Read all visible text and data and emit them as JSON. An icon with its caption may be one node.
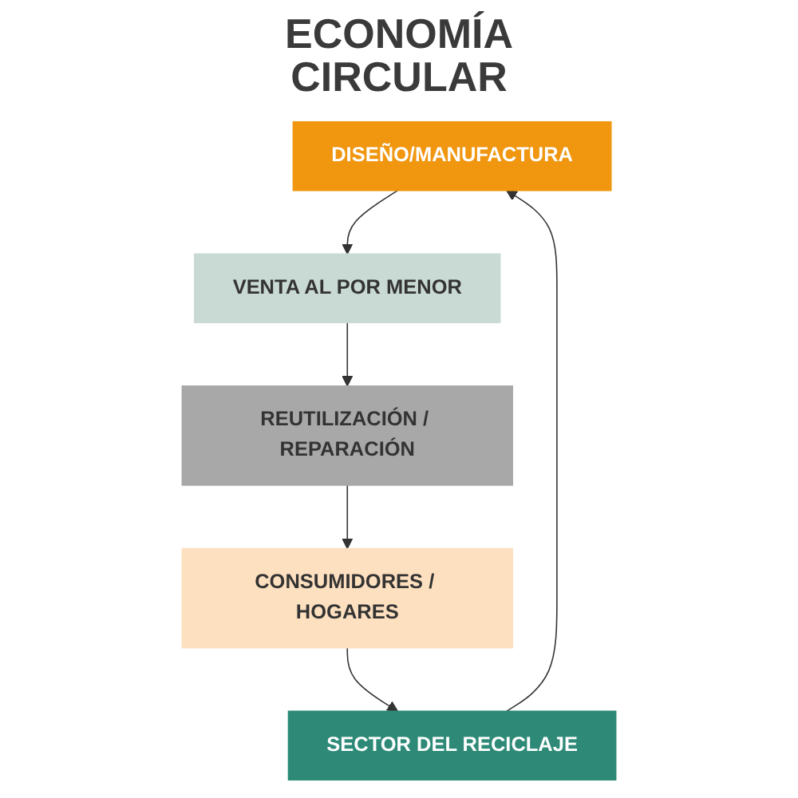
{
  "diagram": {
    "nodes": [
      {
        "text": [
          "DISEÑO/MANUFACTURA"
        ]
      },
      {
        "text": [
          "VENTA AL POR MENOR"
        ]
      },
      {
        "text": [
          "REUTILIZACIÓN / REPARACIÓN"
        ]
      },
      {
        "text": [
          "CONSUMIDORES / HOGARES"
        ]
      },
      {
        "text": [
          "SECTOR DEL RECICLAJE"
        ]
      }
    ],
    "edges": [
      {
        "from": 0,
        "to": 1,
        "arrow": "to"
      },
      {
        "from": 1,
        "to": 2,
        "arrow": "to"
      },
      {
        "from": 2,
        "to": 3,
        "arrow": "to"
      },
      {
        "from": 3,
        "to": 4,
        "arrow": "to"
      },
      {
        "from": 4,
        "to": 0,
        "arrow": "to"
      }
    ],
    "labels": [
      "ECONOMÍA CIRCULAR"
    ]
  }
}
